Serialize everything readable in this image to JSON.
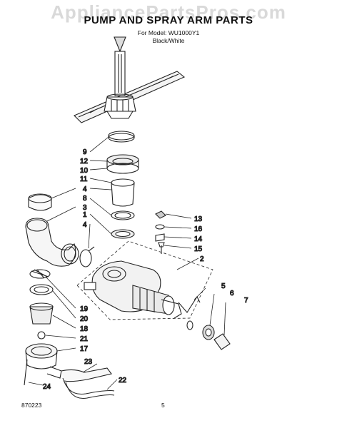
{
  "header": {
    "watermark": "AppliancePartsPros.com",
    "title": "PUMP AND SPRAY ARM PARTS",
    "model_line": "For Model: WU1000Y1",
    "color_line": "Black/White"
  },
  "footer": {
    "doc_number": "870223",
    "page_number": "5"
  },
  "callouts": [
    {
      "label": "9"
    },
    {
      "label": "12"
    },
    {
      "label": "10"
    },
    {
      "label": "11"
    },
    {
      "label": "4"
    },
    {
      "label": "8"
    },
    {
      "label": "3"
    },
    {
      "label": "1"
    },
    {
      "label": "4"
    },
    {
      "label": "13"
    },
    {
      "label": "16"
    },
    {
      "label": "14"
    },
    {
      "label": "15"
    },
    {
      "label": "2"
    },
    {
      "label": "5"
    },
    {
      "label": "6"
    },
    {
      "label": "7"
    },
    {
      "label": "19"
    },
    {
      "label": "20"
    },
    {
      "label": "18"
    },
    {
      "label": "21"
    },
    {
      "label": "17"
    },
    {
      "label": "23"
    },
    {
      "label": "22"
    },
    {
      "label": "24"
    }
  ]
}
